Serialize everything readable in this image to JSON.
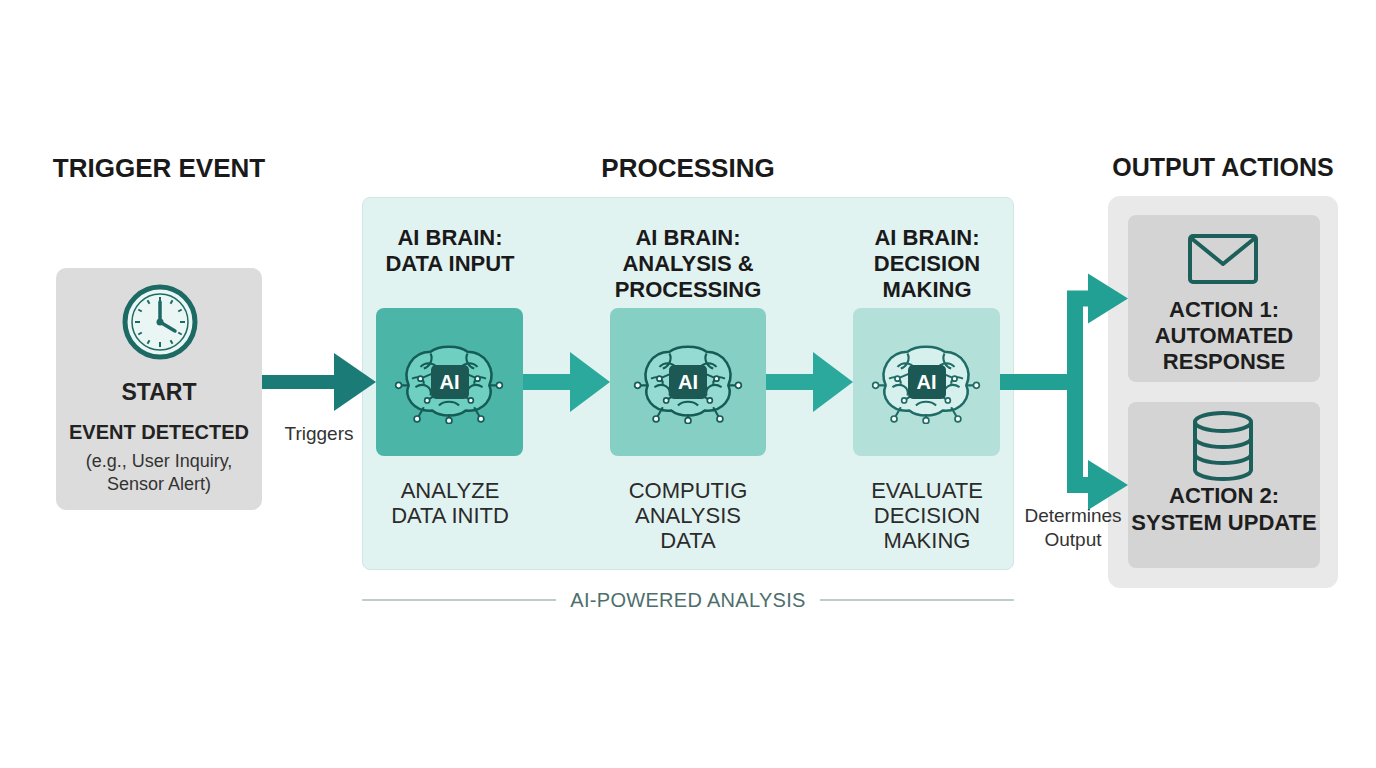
{
  "diagram": {
    "nodes": [
      {
        "text": [
          "TRIGGER EVENT",
          "START",
          "EVENT DETECTED",
          "(e.g., User Inquiry, Sensor Alert)"
        ]
      },
      {
        "text": [
          "PROCESSING"
        ]
      },
      {
        "text": [
          "AI BRAIN: DATA INPUT",
          "AI",
          "ANALYZE DATA INITD"
        ],
        "in": 1
      },
      {
        "text": [
          "AI BRAIN: ANALYSIS & PROCESSING",
          "AI",
          "COMPUTIG ANALYSIS DATA"
        ],
        "in": 1
      },
      {
        "text": [
          "AI BRAIN: DECISION MAKING",
          "AI",
          "EVALUATE DECISION MAKING"
        ],
        "in": 1
      },
      {
        "text": [
          "OUTPUT ACTIONS"
        ]
      },
      {
        "text": [
          "ACTION 1: AUTOMATED RESPONSE"
        ],
        "in": 5
      },
      {
        "text": [
          "ACTION 2: SYSTEM UPDATE"
        ],
        "in": 5
      }
    ],
    "edges": [
      {
        "from": 0,
        "to": 2,
        "label": "Triggers",
        "arrow": "to"
      },
      {
        "from": 2,
        "to": 3,
        "arrow": "to"
      },
      {
        "from": 3,
        "to": 4,
        "arrow": "to"
      },
      {
        "from": 4,
        "to": 6,
        "arrow": "to"
      },
      {
        "from": 4,
        "to": 7,
        "label": "Determines Output",
        "arrow": "to"
      }
    ],
    "labels": [
      "AI-POWERED ANALYSIS"
    ]
  }
}
